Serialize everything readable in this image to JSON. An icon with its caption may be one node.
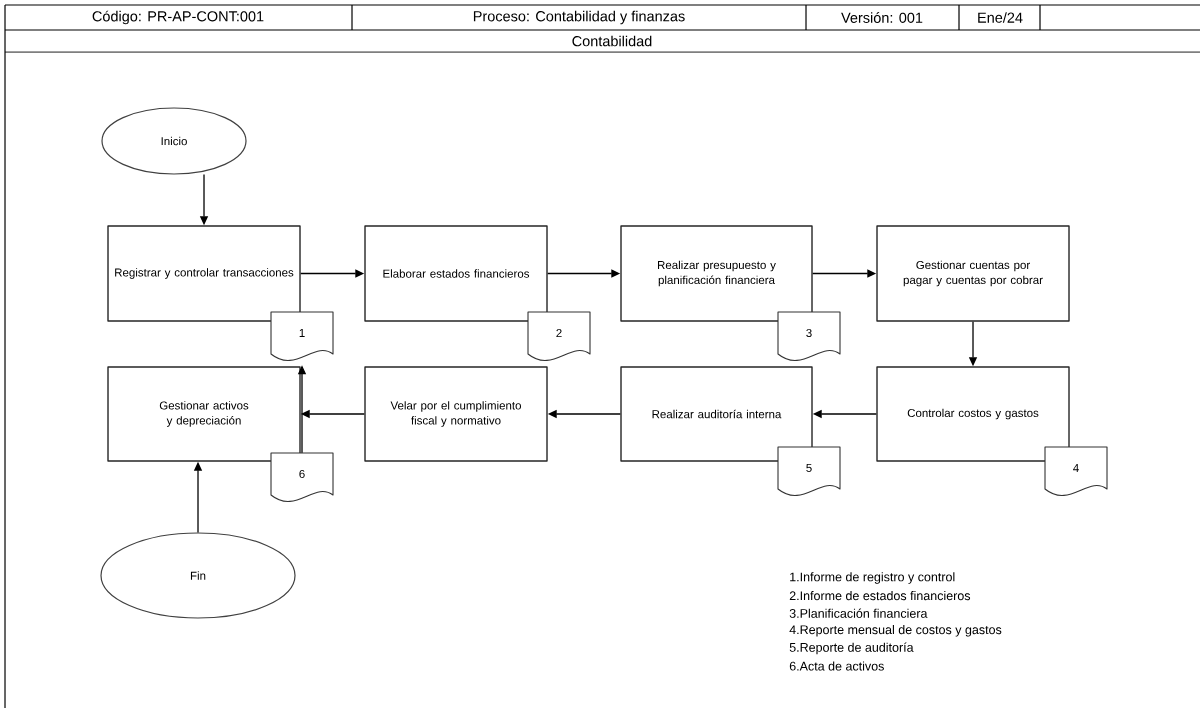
{
  "diagram": {
    "nodes": [
      {
        "text": [
          "Inicio"
        ]
      },
      {
        "text": [
          "Registrar y controlar transacciones"
        ]
      },
      {
        "text": [
          "1"
        ]
      },
      {
        "text": [
          "Elaborar estados financieros"
        ]
      },
      {
        "text": [
          "2"
        ]
      },
      {
        "text": [
          "Realizar presupuesto y planificación financiera"
        ]
      },
      {
        "text": [
          "3"
        ]
      },
      {
        "text": [
          "Gestionar cuentas por pagar y cuentas por cobrar"
        ]
      },
      {
        "text": [
          "Controlar costos y gastos"
        ]
      },
      {
        "text": [
          "4"
        ]
      },
      {
        "text": [
          "Realizar auditoría interna"
        ]
      },
      {
        "text": [
          "5"
        ]
      },
      {
        "text": [
          "Velar por el cumplimiento fiscal y normativo"
        ]
      },
      {
        "text": [
          "Gestionar activos y depreciación"
        ]
      },
      {
        "text": [
          "6"
        ]
      },
      {
        "text": [
          "Fin"
        ]
      }
    ],
    "edges": [
      {
        "from": 0,
        "to": 1,
        "arrow": "to"
      },
      {
        "from": 1,
        "to": 3,
        "arrow": "to"
      },
      {
        "from": 3,
        "to": 5,
        "arrow": "to"
      },
      {
        "from": 5,
        "to": 7,
        "arrow": "to"
      },
      {
        "from": 7,
        "to": 8,
        "arrow": "to"
      },
      {
        "from": 8,
        "to": 10,
        "arrow": "to"
      },
      {
        "from": 10,
        "to": 12,
        "arrow": "to"
      },
      {
        "from": 12,
        "to": 13,
        "arrow": "to"
      },
      {
        "from": 14,
        "to": 2,
        "arrow": "to"
      },
      {
        "from": 15,
        "to": 13,
        "arrow": "to"
      }
    ],
    "labels": [
      "Código: PR-AP-CONT:001",
      "Proceso: Contabilidad y finanzas",
      "Versión: 001",
      "Ene/24",
      "Contabilidad",
      "1.Informe de registro y control",
      "2.Informe de estados financieros",
      "3.Planificación financiera",
      "4.Reporte mensual de costos y gastos",
      "5.Reporte de auditoría",
      "6.Acta de activos"
    ]
  }
}
